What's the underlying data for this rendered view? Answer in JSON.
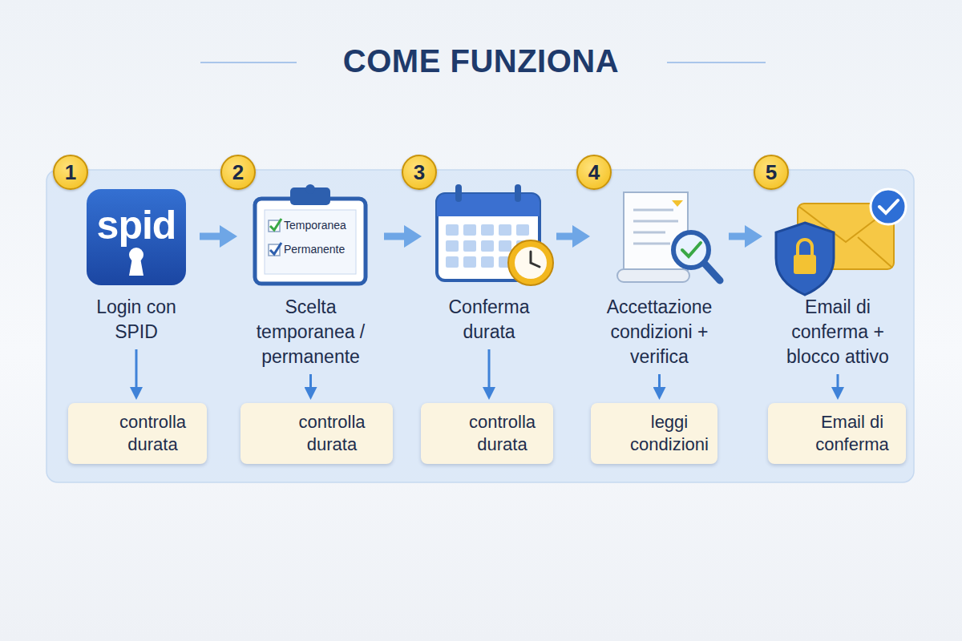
{
  "diagram": {
    "title": "COME FUNZIONA",
    "nodes": [
      {
        "text": [
          "1"
        ]
      },
      {
        "text": [
          "Login con SPID"
        ]
      },
      {
        "text": [
          "controlla durata"
        ]
      },
      {
        "text": [
          "2"
        ]
      },
      {
        "text": [
          "Scelta temporanea / permanente"
        ]
      },
      {
        "text": [
          "controlla durata"
        ]
      },
      {
        "text": [
          "3"
        ]
      },
      {
        "text": [
          "Conferma durata"
        ]
      },
      {
        "text": [
          "controlla durata"
        ]
      },
      {
        "text": [
          "4"
        ]
      },
      {
        "text": [
          "Accettazione condizioni + verifica"
        ]
      },
      {
        "text": [
          "leggi condizioni"
        ]
      },
      {
        "text": [
          "5"
        ]
      },
      {
        "text": [
          "Email di conferma + blocco attivo"
        ]
      },
      {
        "text": [
          "Email di conferma"
        ]
      }
    ],
    "edges": [
      {
        "from": 1,
        "to": 4,
        "arrow": "to"
      },
      {
        "from": 4,
        "to": 7,
        "arrow": "to"
      },
      {
        "from": 7,
        "to": 10,
        "arrow": "to"
      },
      {
        "from": 10,
        "to": 13,
        "arrow": "to"
      },
      {
        "from": 1,
        "to": 2,
        "arrow": "to"
      },
      {
        "from": 4,
        "to": 5,
        "arrow": "to"
      },
      {
        "from": 7,
        "to": 8,
        "arrow": "to"
      },
      {
        "from": 10,
        "to": 11,
        "arrow": "to"
      },
      {
        "from": 13,
        "to": 14,
        "arrow": "to"
      }
    ],
    "labels": [
      "spid",
      "Temporanea",
      "Permanente"
    ]
  }
}
